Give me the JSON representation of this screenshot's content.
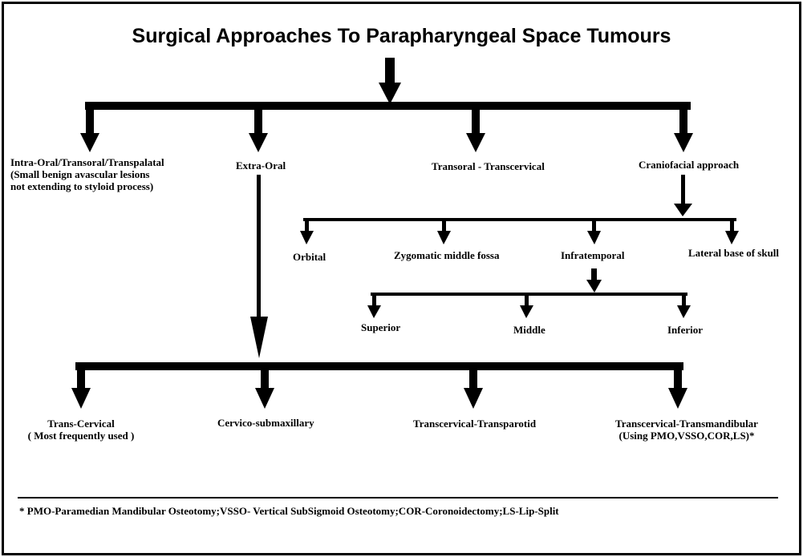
{
  "title": "Surgical Approaches To Parapharyngeal Space Tumours",
  "approaches": {
    "intra_oral": {
      "line1": "Intra-Oral/Transoral/Transpalatal",
      "line2": "(Small benign avascular lesions",
      "line3": "not extending to styloid process)"
    },
    "extra_oral": "Extra-Oral",
    "transoral_transcervical": "Transoral - Transcervical",
    "craniofacial": "Craniofacial approach"
  },
  "craniofacial_branches": {
    "orbital": "Orbital",
    "zygomatic": "Zygomatic middle fossa",
    "infratemporal": "Infratemporal",
    "lateral_base": "Lateral base of skull"
  },
  "infratemporal_branches": {
    "superior": "Superior",
    "middle": "Middle",
    "inferior": "Inferior"
  },
  "extra_oral_branches": {
    "trans_cervical": {
      "line1": "Trans-Cervical",
      "line2": "( Most frequently used )"
    },
    "cervico_submaxillary": "Cervico-submaxillary",
    "transcervical_transparotid": "Transcervical-Transparotid",
    "transcervical_transmandibular": {
      "line1": "Transcervical-Transmandibular",
      "line2": "(Using PMO,VSSO,COR,LS)*"
    }
  },
  "footnote": "* PMO-Paramedian Mandibular Osteotomy;VSSO- Vertical SubSigmoid Osteotomy;COR-Coronoidectomy;LS-Lip-Split"
}
